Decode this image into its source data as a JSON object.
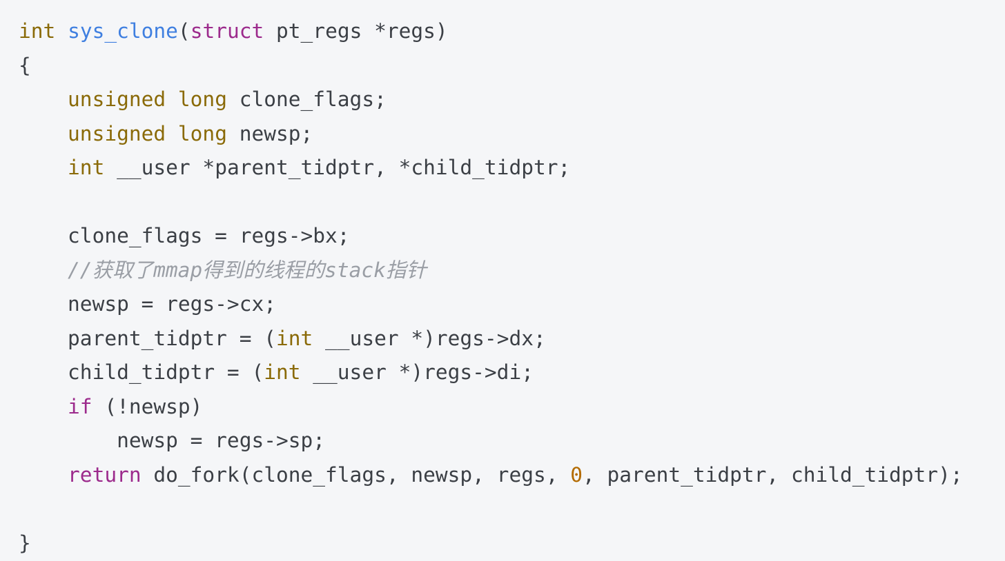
{
  "code": {
    "language": "c",
    "lines": [
      [
        {
          "t": "int",
          "k": "type"
        },
        {
          "t": " ",
          "k": "plain"
        },
        {
          "t": "sys_clone",
          "k": "fn"
        },
        {
          "t": "(",
          "k": "plain"
        },
        {
          "t": "struct",
          "k": "kw"
        },
        {
          "t": " pt_regs *regs)",
          "k": "plain"
        }
      ],
      [
        {
          "t": "{",
          "k": "plain"
        }
      ],
      [
        {
          "t": "    ",
          "k": "plain"
        },
        {
          "t": "unsigned",
          "k": "type"
        },
        {
          "t": " ",
          "k": "plain"
        },
        {
          "t": "long",
          "k": "type"
        },
        {
          "t": " clone_flags;",
          "k": "plain"
        }
      ],
      [
        {
          "t": "    ",
          "k": "plain"
        },
        {
          "t": "unsigned",
          "k": "type"
        },
        {
          "t": " ",
          "k": "plain"
        },
        {
          "t": "long",
          "k": "type"
        },
        {
          "t": " newsp;",
          "k": "plain"
        }
      ],
      [
        {
          "t": "    ",
          "k": "plain"
        },
        {
          "t": "int",
          "k": "type"
        },
        {
          "t": " __user *parent_tidptr, *child_tidptr;",
          "k": "plain"
        }
      ],
      [],
      [
        {
          "t": "    clone_flags = regs->bx;",
          "k": "plain"
        }
      ],
      [
        {
          "t": "    ",
          "k": "plain"
        },
        {
          "t": "//获取了mmap得到的线程的stack指针",
          "k": "cmt"
        }
      ],
      [
        {
          "t": "    newsp = regs->cx;",
          "k": "plain"
        }
      ],
      [
        {
          "t": "    parent_tidptr = (",
          "k": "plain"
        },
        {
          "t": "int",
          "k": "type"
        },
        {
          "t": " __user *)regs->dx;",
          "k": "plain"
        }
      ],
      [
        {
          "t": "    child_tidptr = (",
          "k": "plain"
        },
        {
          "t": "int",
          "k": "type"
        },
        {
          "t": " __user *)regs->di;",
          "k": "plain"
        }
      ],
      [
        {
          "t": "    ",
          "k": "plain"
        },
        {
          "t": "if",
          "k": "kw"
        },
        {
          "t": " (!newsp)",
          "k": "plain"
        }
      ],
      [
        {
          "t": "        newsp = regs->sp;",
          "k": "plain"
        }
      ],
      [
        {
          "t": "    ",
          "k": "plain"
        },
        {
          "t": "return",
          "k": "kw"
        },
        {
          "t": " do_fork(clone_flags, newsp, regs, ",
          "k": "plain"
        },
        {
          "t": "0",
          "k": "num"
        },
        {
          "t": ", parent_tidptr, child_tidptr);",
          "k": "plain"
        }
      ],
      [],
      [
        {
          "t": "}",
          "k": "plain"
        }
      ]
    ]
  },
  "colors": {
    "background": "#f5f6f8",
    "plain": "#3b3f45",
    "type": "#8a6a08",
    "function": "#3f7fe0",
    "keyword": "#9c2a8c",
    "comment": "#9a9ea5",
    "number": "#b36b00"
  }
}
